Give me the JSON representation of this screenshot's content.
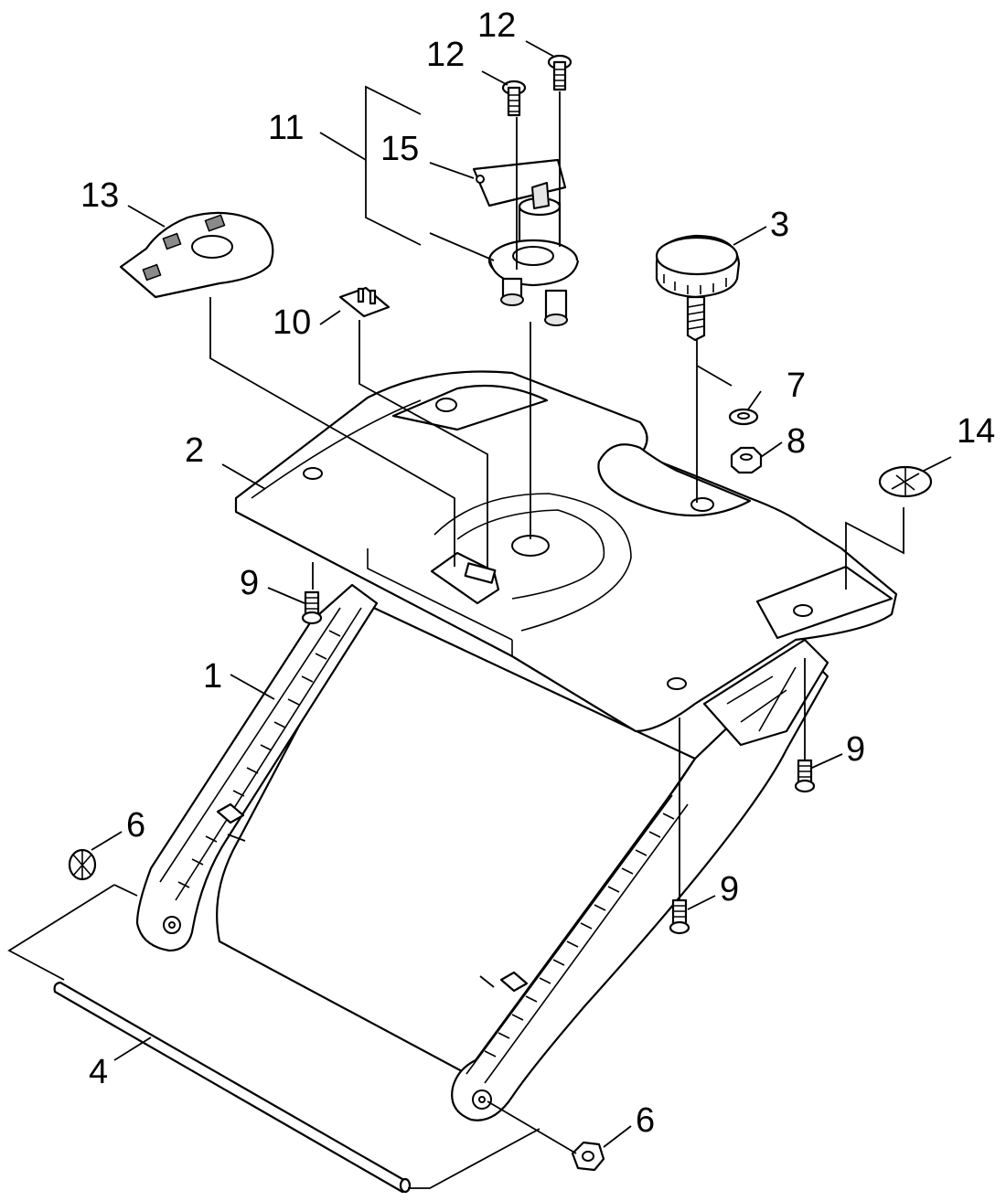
{
  "callouts": [
    {
      "id": "c1",
      "label": "1"
    },
    {
      "id": "c2",
      "label": "2"
    },
    {
      "id": "c3",
      "label": "3"
    },
    {
      "id": "c4",
      "label": "4"
    },
    {
      "id": "c6a",
      "label": "6"
    },
    {
      "id": "c6b",
      "label": "6"
    },
    {
      "id": "c7",
      "label": "7"
    },
    {
      "id": "c8",
      "label": "8"
    },
    {
      "id": "c9a",
      "label": "9"
    },
    {
      "id": "c9b",
      "label": "9"
    },
    {
      "id": "c9c",
      "label": "9"
    },
    {
      "id": "c10",
      "label": "10"
    },
    {
      "id": "c11",
      "label": "11"
    },
    {
      "id": "c12a",
      "label": "12"
    },
    {
      "id": "c12b",
      "label": "12"
    },
    {
      "id": "c13",
      "label": "13"
    },
    {
      "id": "c14",
      "label": "14"
    },
    {
      "id": "c15",
      "label": "15"
    }
  ]
}
